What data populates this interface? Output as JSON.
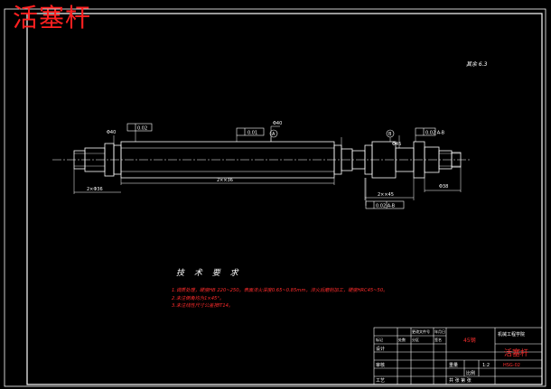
{
  "header": {
    "title": "活塞杆"
  },
  "surface_finish": "其余 6.3",
  "tech": {
    "title": "技 术 要 求",
    "items": [
      "1.调质处理，硬度HB 220~250。表面淬火深度0.65~0.85mm，淬火后磨削加工，硬度HRC45~50。",
      "2.未注倒角均为1×45°。",
      "3.未注线性尺寸公差按IT14。"
    ]
  },
  "datums": {
    "a": "A",
    "b": "B"
  },
  "gdt": [
    "0.01",
    "0.02",
    "0.02 A-B",
    "0.02 A-B"
  ],
  "dims": {
    "d1": "2×Φ36",
    "d2": "Φ40",
    "d3": "Φ45",
    "d4": "Φ40",
    "d5": "Φ38",
    "len_main": "2××36",
    "len_r": "2××45"
  },
  "titleblock": {
    "material": "45钢",
    "school": "机械工程学院",
    "part_name": "活塞杆",
    "scale": "1:2",
    "drawing_no": "HSG-02",
    "row_labels": [
      "设计",
      "审核",
      "工艺"
    ],
    "cols": [
      "标记",
      "处数",
      "分区",
      "更改文件号",
      "签名",
      "年月日"
    ],
    "weight_label": "重量",
    "scale_label": "比例",
    "sheet": "共 张 第 张"
  },
  "colors": {
    "background": "#000000",
    "lines": "#ffffff",
    "accent": "#ff2020"
  }
}
